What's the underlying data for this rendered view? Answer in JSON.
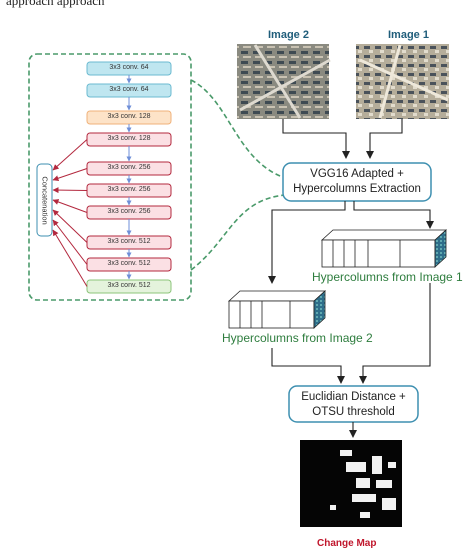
{
  "header_fragment": "approach approach",
  "image_labels": {
    "image2": "Image 2",
    "image1": "Image 1"
  },
  "vgg_box": {
    "line1": "VGG16 Adapted +",
    "line2": "Hypercolumns Extraction"
  },
  "hypercolumns": {
    "image1": "Hypercolumns from Image 1",
    "image2": "Hypercolumns from Image 2"
  },
  "distance_box": {
    "line1": "Euclidian Distance +",
    "line2": "OTSU threshold"
  },
  "change_map_label": "Change Map",
  "concatenation_label": "Concatenation",
  "conv_layers": [
    {
      "label": "3x3 conv. 64",
      "color": "#bfe6f0",
      "border": "#6bbad0"
    },
    {
      "label": "3x3 conv. 64",
      "color": "#bfe6f0",
      "border": "#6bbad0"
    },
    {
      "label": "3x3 conv. 128",
      "color": "#fde3c8",
      "border": "#f0b27a"
    },
    {
      "label": "3x3 conv. 128",
      "color": "#fbe0e4",
      "border": "#b3283e"
    },
    {
      "label": "3x3 conv. 256",
      "color": "#fbe0e4",
      "border": "#b3283e"
    },
    {
      "label": "3x3 conv. 256",
      "color": "#fbe0e4",
      "border": "#b3283e"
    },
    {
      "label": "3x3 conv. 256",
      "color": "#fbe0e4",
      "border": "#b3283e"
    },
    {
      "label": "3x3 conv. 512",
      "color": "#fbe0e4",
      "border": "#b3283e"
    },
    {
      "label": "3x3 conv. 512",
      "color": "#fbe0e4",
      "border": "#b3283e"
    },
    {
      "label": "3x3 conv. 512",
      "color": "#e4f3dc",
      "border": "#8cc47a"
    }
  ],
  "colors": {
    "dashed_green": "#4a9a6a",
    "box_border": "#3d8fb0",
    "arrow_blue": "#6f8fd8",
    "concat_arrow": "#b3283e",
    "hypercolumn_green": "#2e7d3e"
  }
}
